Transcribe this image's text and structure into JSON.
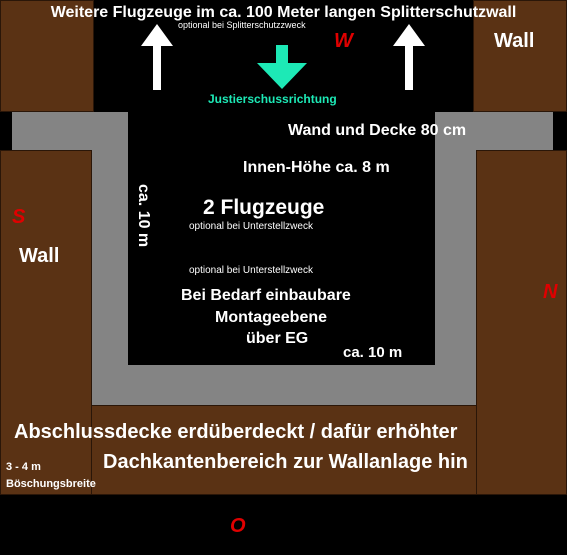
{
  "top": {
    "title": "Weitere Flugzeuge im ca. 100 Meter langen Splitterschutzwall",
    "subtitle": "optional bei Splitterschutzzweck"
  },
  "compass": {
    "west": "W",
    "south": "S",
    "north": "N",
    "east": "O"
  },
  "labels": {
    "wall_right_top": "Wall",
    "wall_left": "Wall",
    "justier": "Justierschussrichtung",
    "wall_ceiling": "Wand und Decke 80 cm",
    "inner_height": "Innen-Höhe ca. 8 m",
    "width_vertical": "ca. 10 m",
    "aircraft": "2 Flugzeuge",
    "aircraft_note": "optional bei Unterstellzweck",
    "mount_note": "optional bei Unterstellzweck",
    "mount_line1": "Bei Bedarf einbaubare",
    "mount_line2": "Montageebene",
    "mount_line3": "über EG",
    "width_horizontal": "ca. 10 m",
    "roof_line1": "Abschlussdecke erdüberdeckt / dafür erhöhter",
    "roof_line2": "Dachkantenbereich zur Wallanlage hin",
    "slope_line1": "3 - 4 m",
    "slope_line2": "Böschungsbreite"
  },
  "colors": {
    "wall_brown": "#5a3214",
    "concrete_gray": "#848484",
    "direction_arrow": "#1de9b6",
    "compass_red": "#e00000",
    "background": "#000000"
  }
}
